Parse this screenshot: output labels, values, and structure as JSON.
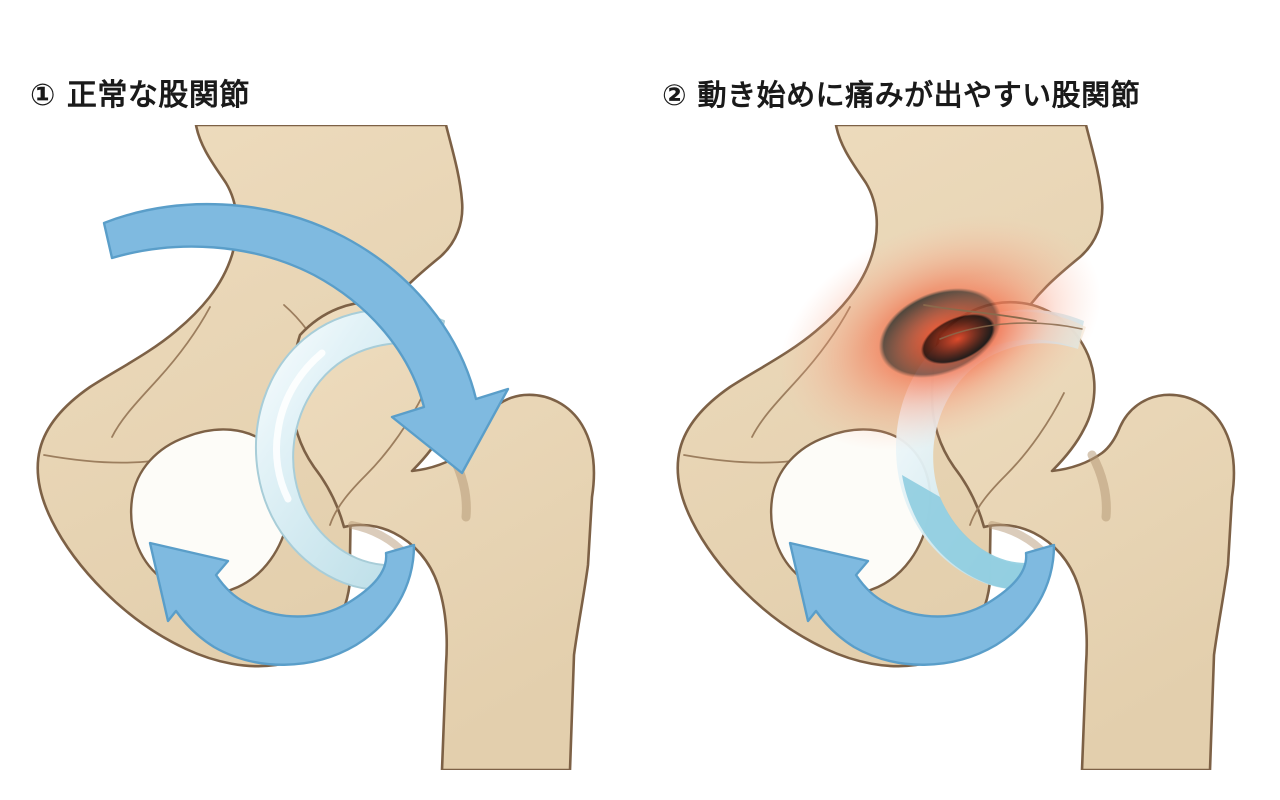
{
  "document": {
    "kind": "medical-illustration",
    "subject": "hip-joint-comparison",
    "background_color": "#ffffff"
  },
  "palette": {
    "bone_fill": "#e8d5b5",
    "bone_fill_light": "#f0e2c8",
    "bone_outline": "#7d6146",
    "bone_inner_line": "#9c7e5e",
    "cartilage_fill": "#c7e4ec",
    "cartilage_highlight": "#ffffff",
    "cartilage_outline": "#a8cdd8",
    "arrow_fill": "#7fbae0",
    "arrow_outline": "#5a9ec9",
    "inflammation_core": "#f04a28",
    "inflammation_mid": "#f58060",
    "foramen_fill": "#fdfcf8",
    "text_color": "#1a1a1a"
  },
  "panels": [
    {
      "id": "normal-hip",
      "number": "①",
      "title": "① 正常な股関節",
      "title_text_only": "正常な股関節",
      "has_inflammation": false,
      "arrows": [
        "upper-rotation-arrow",
        "lower-rotation-arrow"
      ],
      "cartilage_state": "intact",
      "parts": [
        "ilium-bone",
        "pubis-bone",
        "ischium-bone",
        "obturator-foramen",
        "femoral-head",
        "femoral-neck",
        "greater-trochanter",
        "lesser-trochanter",
        "femoral-shaft",
        "articular-cartilage"
      ]
    },
    {
      "id": "painful-hip",
      "number": "②",
      "title": "② 動き始めに痛みが出やすい股関節",
      "title_text_only": "動き始めに痛みが出やすい股関節",
      "has_inflammation": true,
      "arrows": [
        "lower-rotation-arrow"
      ],
      "cartilage_state": "worn-thinned",
      "parts": [
        "ilium-bone",
        "pubis-bone",
        "ischium-bone",
        "obturator-foramen",
        "femoral-head",
        "femoral-neck",
        "greater-trochanter",
        "lesser-trochanter",
        "femoral-shaft",
        "articular-cartilage",
        "inflammation-glow"
      ]
    }
  ]
}
